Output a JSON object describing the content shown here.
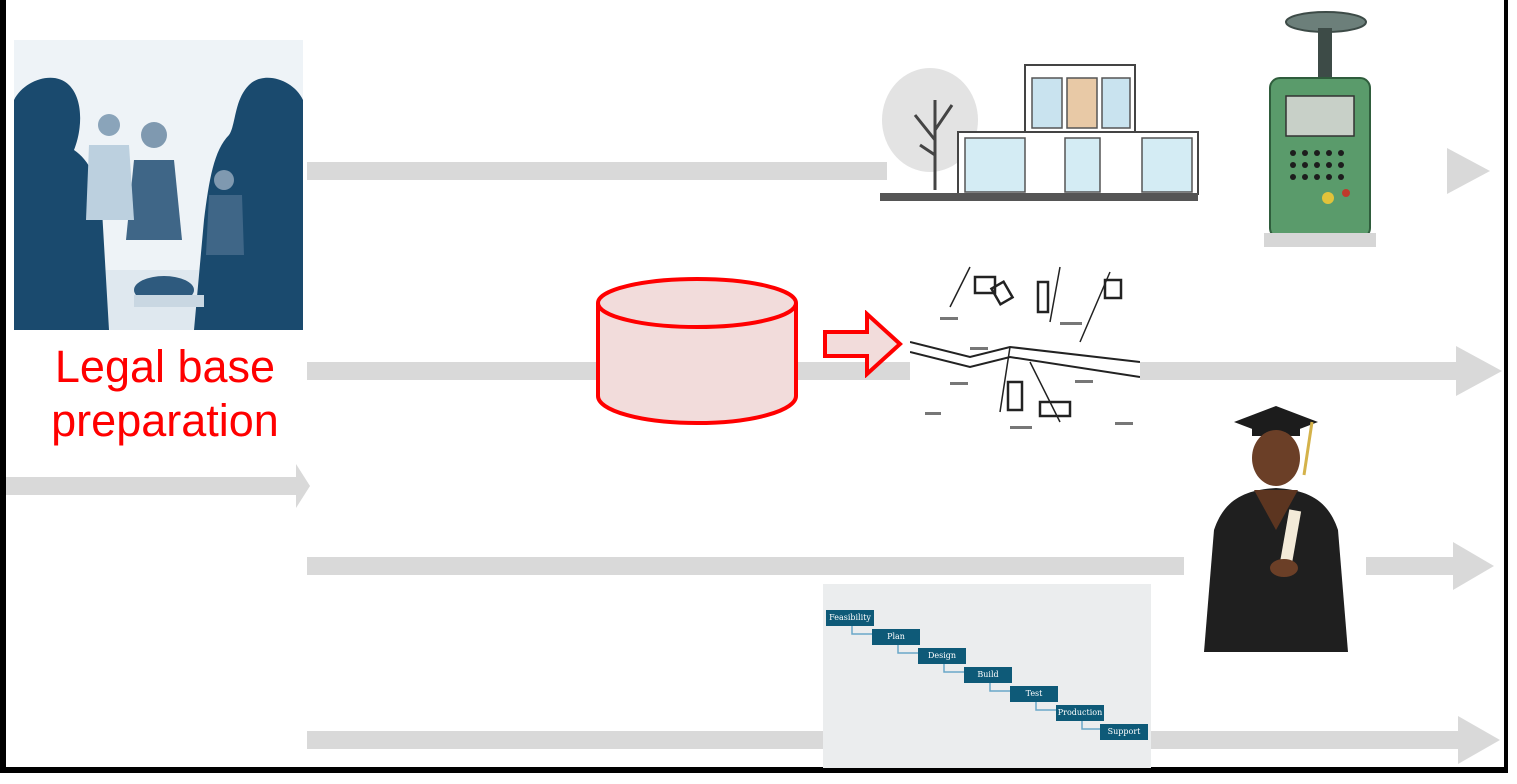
{
  "caption": {
    "line1": "Legal base",
    "line2": "preparation"
  },
  "waterfall": {
    "steps": [
      "Feasibility",
      "Plan",
      "Design",
      "Build",
      "Test",
      "Production",
      "Support"
    ]
  },
  "colors": {
    "arrow": "#d9d9d9",
    "caption": "#ff0000",
    "database_fill": "#f2dcdb",
    "database_stroke": "#ff0000",
    "waterfall_step": "#0e5a78",
    "silhouette": "#1a4a6e"
  },
  "icons": {
    "meeting": "business-meeting-photo",
    "house": "house-drawing",
    "gps": "gps-receiver-device",
    "database": "database-cylinder-icon",
    "cadastral": "cadastral-map-drawing",
    "graduate": "graduate-photo",
    "process": "waterfall-process-diagram"
  }
}
